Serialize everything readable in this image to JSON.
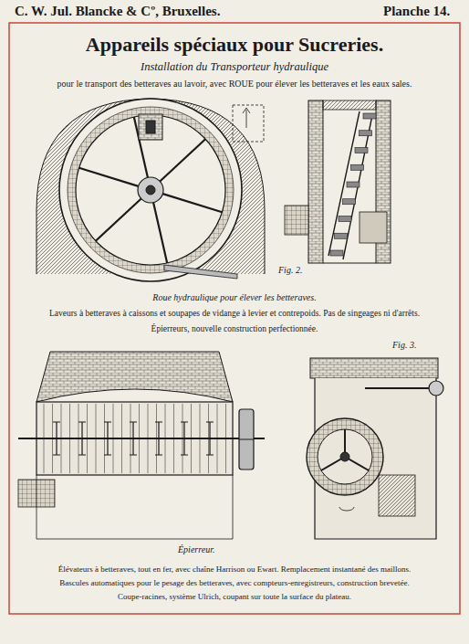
{
  "diagram": {
    "title": "Appareils spéciaux pour Sucreries.",
    "labels": [
      "C. W. Jul. Blancke & Cº, Bruxelles.",
      "Planche 14.",
      "Installation du Transporteur hydraulique",
      "pour le transport des betteraves au lavoir, avec ROUE pour élever les betteraves et les eaux sales.",
      "Fig. 2.",
      "Roue hydraulique pour élever les betteraves.",
      "Laveurs à betteraves à caissons et soupapes de vidange à levier et contrepoids. Pas de singeages ni d'arrêts.",
      "Épierreurs, nouvelle construction perfectionnée.",
      "Fig. 3.",
      "Épierreur.",
      "Élévateurs à betteraves, tout en fer, avec chaîne Harrison ou Ewart. Remplacement instantané des maillons.",
      "Bascules automatiques pour le pesage des betteraves, avec compteurs-enregistreurs, construction brevetée.",
      "Coupe-racines, système Ulrich, coupant sur toute la surface du plateau."
    ]
  }
}
